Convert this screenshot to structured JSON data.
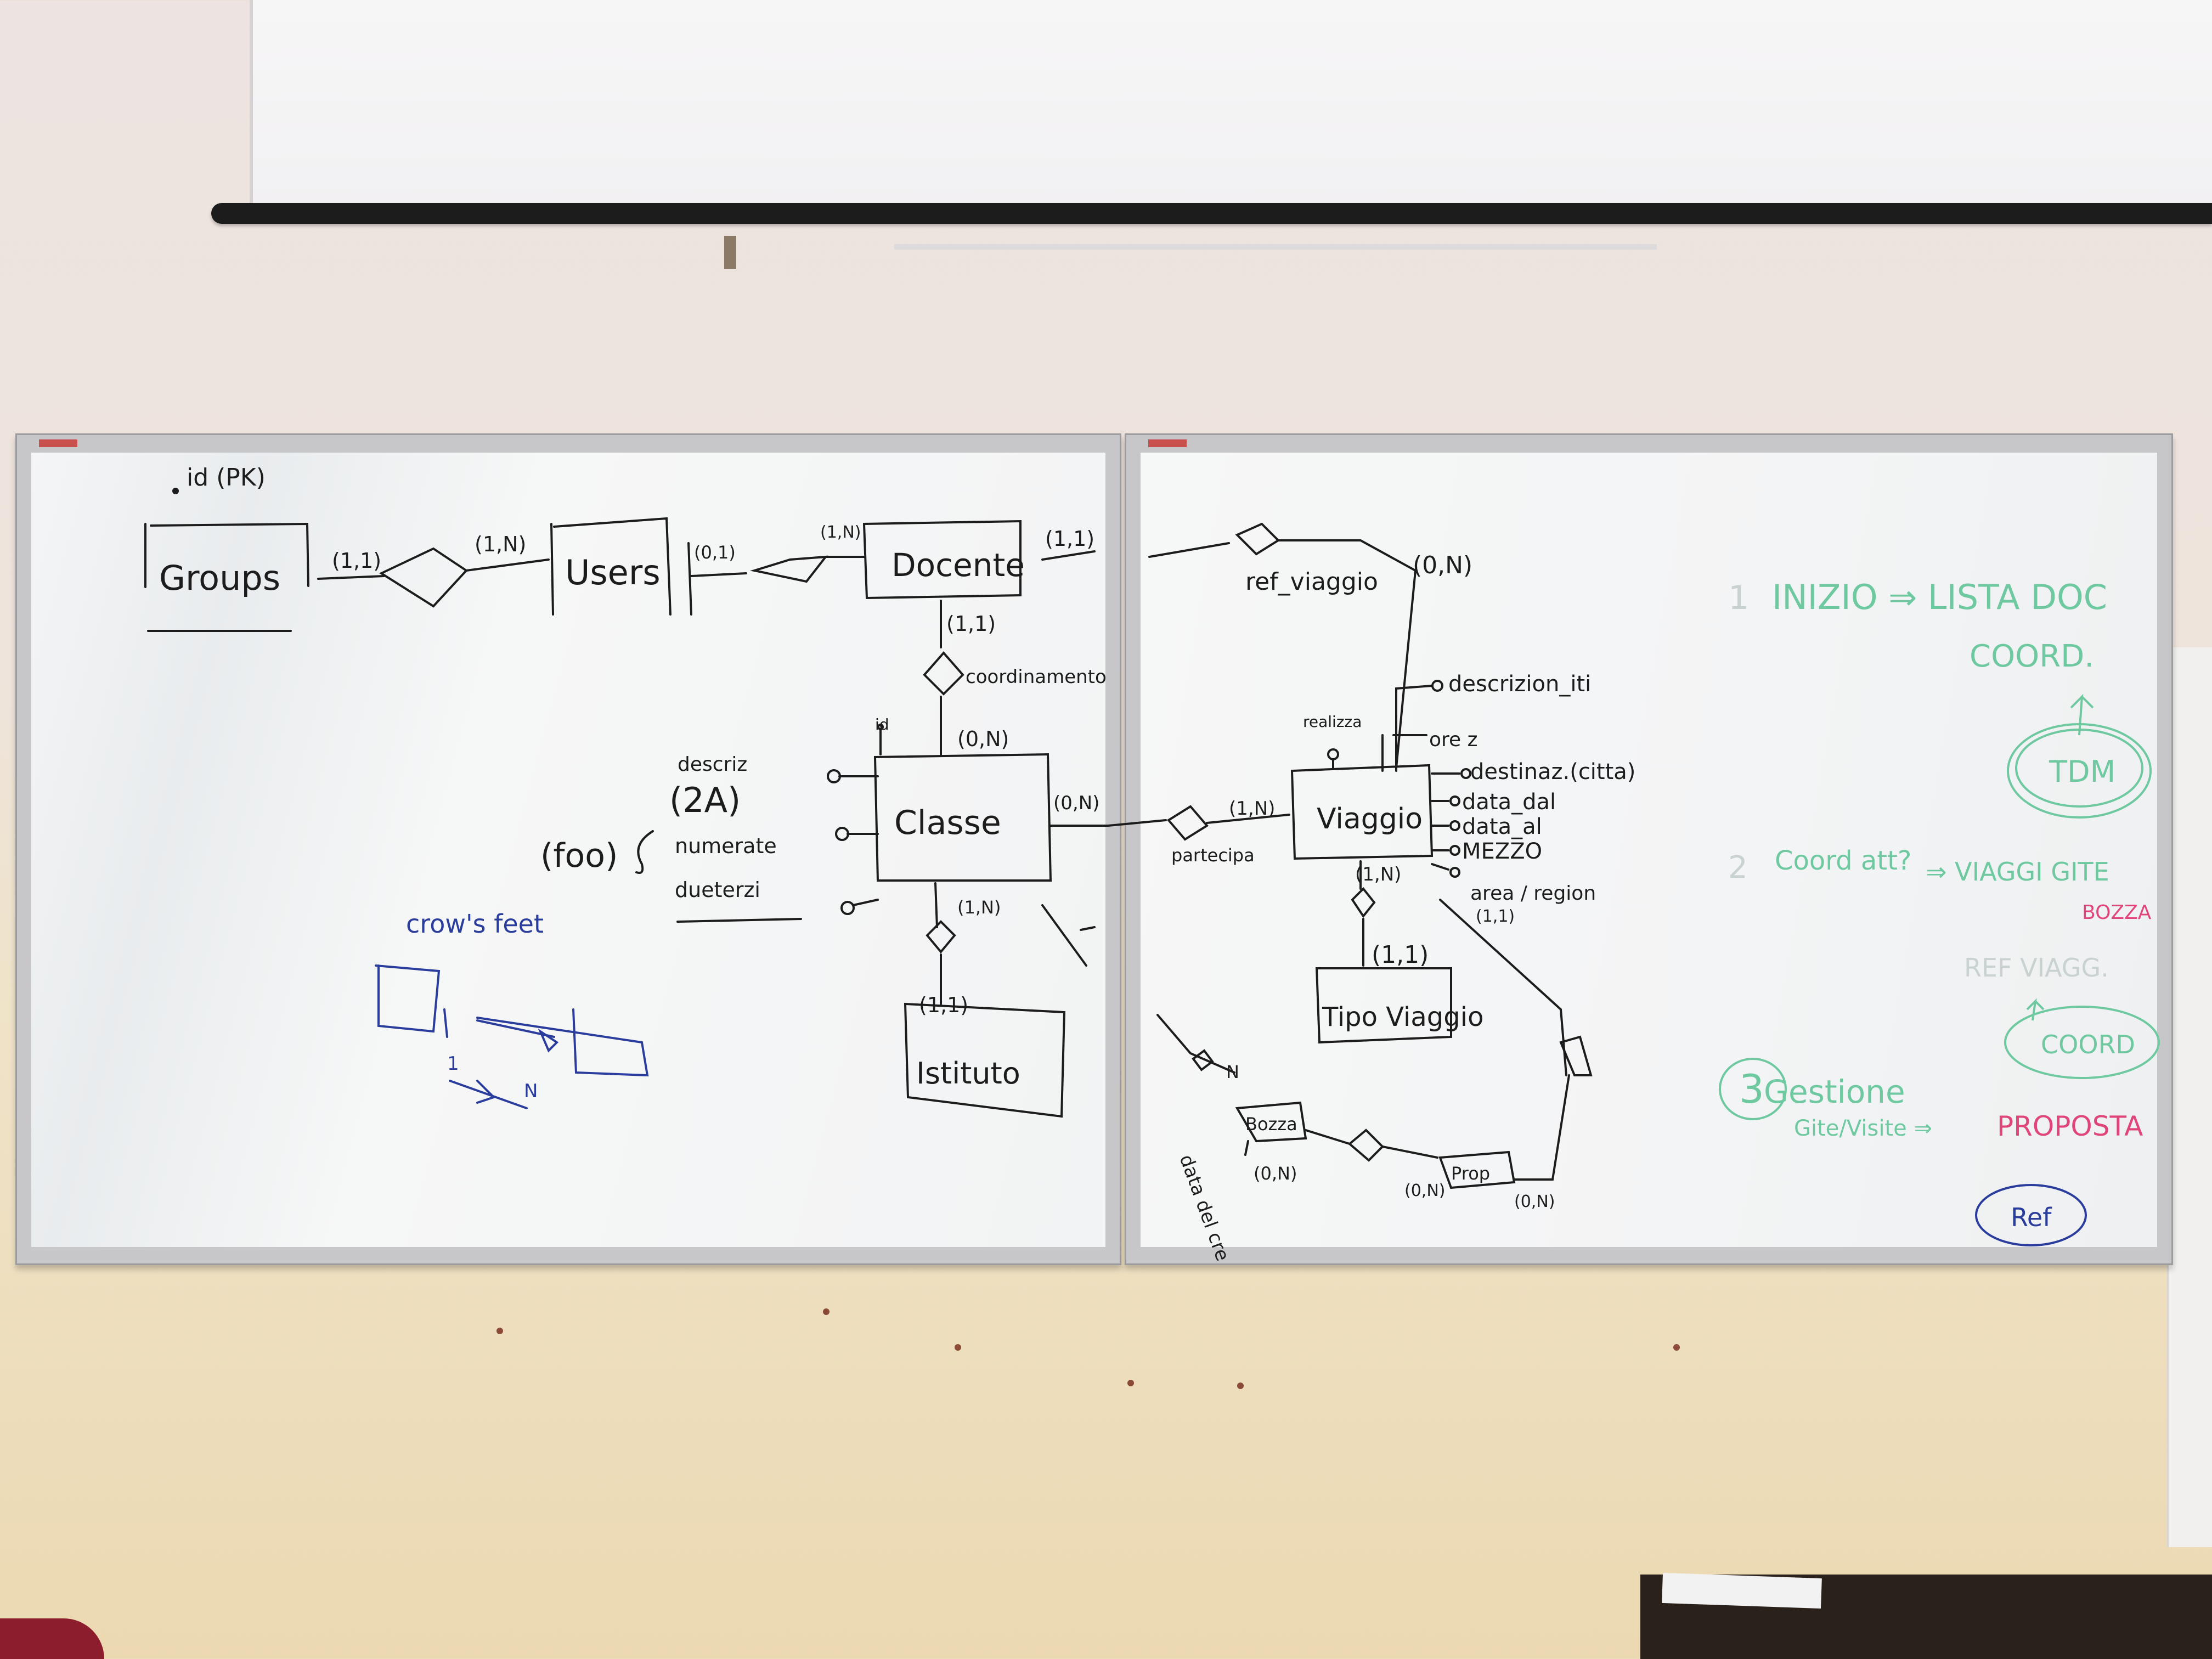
{
  "scene": {
    "description_hidden": false
  },
  "left_board": {
    "entities": {
      "groups": "Groups",
      "users": "Users",
      "docente": "Docente",
      "classe": "Classe",
      "istituto": "Istituto"
    },
    "labels": {
      "id_pk": "id (PK)",
      "card_groups_users": "(1,1)",
      "card_users_rel": "(1,N)",
      "card_users_docente": "(0,1)",
      "card_docente_left": "(1,N)",
      "card_docente_right": "(1,1)",
      "card_docente_down": "(1,1)",
      "coordinamento": "coordinamento",
      "card_classe_top": "(0,N)",
      "card_classe_right": "(0,N)",
      "card_classe_down": "(1,N)",
      "card_istituto": "(1,1)",
      "id_small": "id",
      "descriz": "descriz",
      "descriz_example": "(2A)",
      "numerate": "numerate",
      "duetezi": "dueterzi",
      "foo": "(foo)",
      "crows_feet": "crow's feet",
      "crow_card_1": "1",
      "crow_card_n": "N"
    }
  },
  "right_board": {
    "entities": {
      "viaggio": "Viaggio",
      "tipo_viaggio": "Tipo Viaggio",
      "bozza": "Bozza",
      "prop": "Prop"
    },
    "labels": {
      "ref_viaggio": "ref_viaggio",
      "card_ref": "(0,N)",
      "descrizione_iti": "descrizion_iti",
      "realizza": "realizza",
      "ore_z": "ore z",
      "destinaz": "destinaz.(citta)",
      "data_dal": "data_dal",
      "data_al": "data_al",
      "mezzo": "MEZZO",
      "area": "area / region",
      "partecipa": "partecipa",
      "card_partecipa": "(1,N)",
      "card_viaggio_down": "(1,N)",
      "card_tipo": "(1,1)",
      "card_area": "(1,1)",
      "card_n": "N",
      "data_del_cre": "data del cre",
      "card_bozza": "(0,N)",
      "card_prop_left": "(0,N)",
      "card_prop_right": "(0,N)"
    },
    "notes": {
      "n1": "1",
      "inizio": "INIZIO ⇒ LISTA DOC",
      "coord": "COORD.",
      "tdm": "TDM",
      "n2": "2",
      "coord_att": "Coord att?",
      "viaggi_gite": "⇒ VIAGGI GITE",
      "bozza": "BOZZA",
      "ref_viaggio": "REF VIAGG.",
      "coord_box": "COORD",
      "n3": "3",
      "gestione": "Gestione",
      "gite_visite": "Gite/Visite ⇒",
      "proposta": "PROPOSTA",
      "ref_box": "Ref"
    }
  },
  "colors": {
    "ink_black": "#1c1c1c",
    "ink_blue": "#2a3d9c",
    "ink_green": "#6ec8a0",
    "ink_pink": "#e0457a",
    "wall": "#ede3e0",
    "board": "#f4f5f6"
  }
}
